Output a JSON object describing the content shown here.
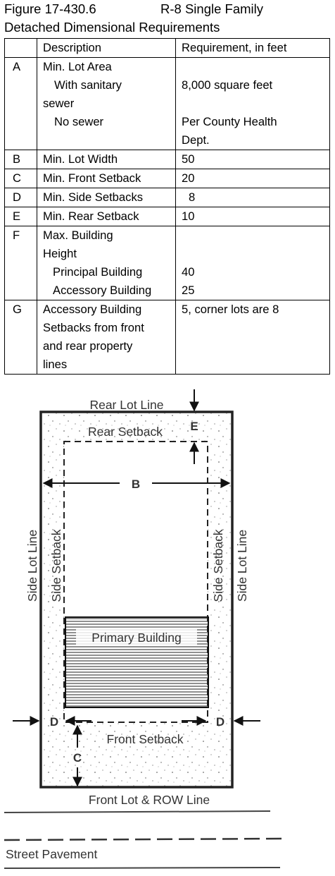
{
  "caption": {
    "figure_number": "Figure 17-430.6",
    "title_part1": "R-8 Single Family",
    "title_part2": "Detached Dimensional Requirements"
  },
  "table": {
    "headers": {
      "key": "",
      "description": "Description",
      "requirement": "Requirement, in feet"
    },
    "rows": [
      {
        "key": "A",
        "desc": [
          "Min. Lot Area",
          "With sanitary",
          "sewer",
          "No sewer",
          ""
        ],
        "req": [
          "",
          "8,000 square feet",
          "",
          "Per County Health",
          "Dept."
        ]
      },
      {
        "key": "B",
        "desc": [
          "Min. Lot Width"
        ],
        "req": [
          "50"
        ]
      },
      {
        "key": "C",
        "desc": [
          "Min. Front Setback"
        ],
        "req": [
          "20"
        ]
      },
      {
        "key": "D",
        "desc": [
          "Min. Side Setbacks"
        ],
        "req": [
          "8"
        ]
      },
      {
        "key": "E",
        "desc": [
          "Min. Rear Setback"
        ],
        "req": [
          "10"
        ]
      },
      {
        "key": "F",
        "desc": [
          "Max. Building",
          "Height",
          "Principal Building",
          "Accessory Building"
        ],
        "req": [
          "",
          "",
          "40",
          "25"
        ]
      },
      {
        "key": "G",
        "desc": [
          "Accessory Building",
          "Setbacks from front",
          "and rear property",
          "lines"
        ],
        "req": [
          "5, corner lots are 8"
        ]
      }
    ]
  },
  "diagram": {
    "rear_lot_line": "Rear Lot Line",
    "rear_setback": "Rear Setback",
    "label_e": "E",
    "label_b": "B",
    "side_lot_line_left": "Side Lot Line",
    "side_setback_left": "Side Setback",
    "side_setback_right": "Side Setback",
    "side_lot_line_right": "Side Lot Line",
    "primary_building": "Primary Building",
    "label_d_left": "D",
    "label_d_right": "D",
    "front_setback": "Front Setback",
    "label_c": "C",
    "front_lot_row_line": "Front Lot & ROW Line",
    "street_pavement": "Street Pavement"
  }
}
